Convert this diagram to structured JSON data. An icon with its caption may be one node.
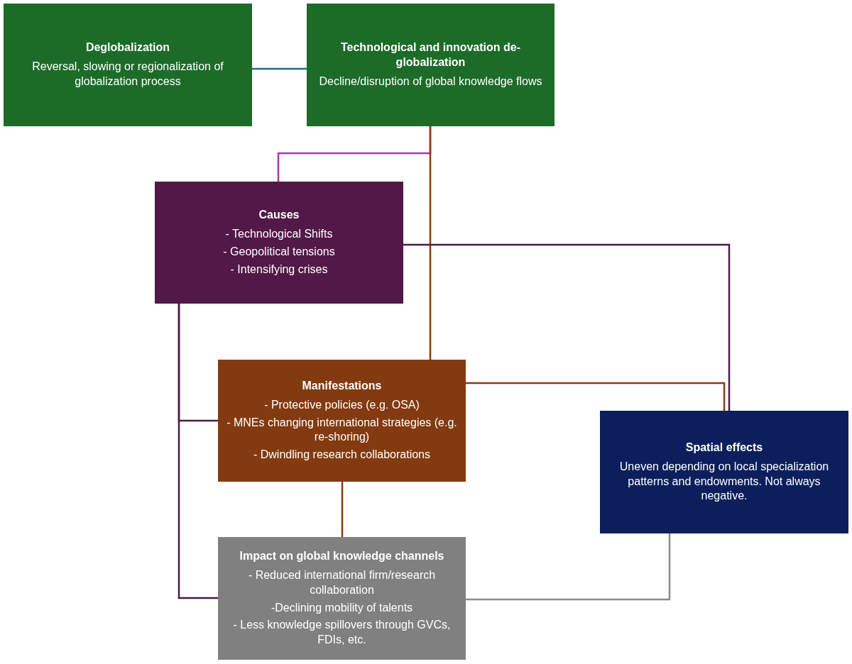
{
  "diagram": {
    "nodes": [
      {
        "text": [
          "Deglobalization",
          "Reversal, slowing or regionalization of globalization process"
        ]
      },
      {
        "text": [
          "Technological and innovation de-globalization",
          "Decline/disruption of global knowledge flows"
        ]
      },
      {
        "text": [
          "Causes",
          "- Technological Shifts",
          "- Geopolitical tensions",
          "- Intensifying crises"
        ]
      },
      {
        "text": [
          "Manifestations",
          "- Protective policies (e.g. OSA)",
          "- MNEs changing international strategies (e.g. re-shoring)",
          "- Dwindling research collaborations"
        ]
      },
      {
        "text": [
          "Spatial effects",
          "Uneven depending on local specialization patterns and endowments. Not always negative."
        ]
      },
      {
        "text": [
          "Impact on global knowledge channels",
          "- Reduced international firm/research collaboration",
          "-Declining mobility of talents",
          "- Less knowledge spillovers through GVCs, FDIs, etc."
        ]
      }
    ],
    "edges": [
      {
        "from": 0,
        "to": 1,
        "arrow": "none",
        "color": "#1f6b8c"
      },
      {
        "from": 1,
        "to": 2,
        "arrow": "none",
        "color": "#a43ca4"
      },
      {
        "from": 1,
        "to": 3,
        "arrow": "none",
        "color": "#8a3a14"
      },
      {
        "from": 2,
        "to": 4,
        "arrow": "none",
        "color": "#4a1a48"
      },
      {
        "from": 2,
        "to": 3,
        "arrow": "none",
        "color": "#4a1a48"
      },
      {
        "from": 2,
        "to": 5,
        "arrow": "none",
        "color": "#4a1a48"
      },
      {
        "from": 3,
        "to": 4,
        "arrow": "none",
        "color": "#8a3a14"
      },
      {
        "from": 3,
        "to": 5,
        "arrow": "none",
        "color": "#8a3a14"
      },
      {
        "from": 4,
        "to": 5,
        "arrow": "none",
        "color": "#8c8c8c"
      }
    ]
  }
}
